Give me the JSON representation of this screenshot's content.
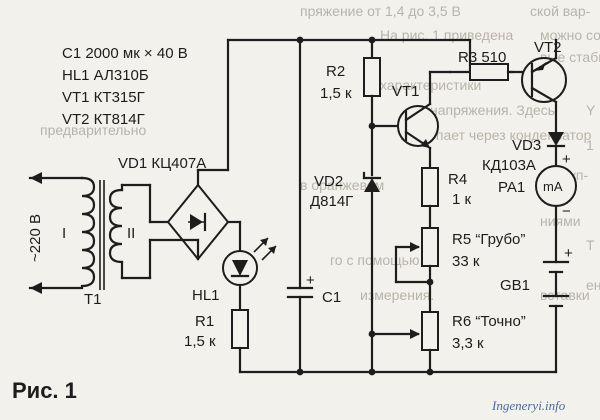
{
  "ghost_text": [
    "пряжение от 1,4 до 3,5 В",
    "ской вар-",
    "На рис. 1 приведена",
    "можно собрать",
    "вые стабили-",
    "характеристики",
    "напряжения. Здесь",
    "Y",
    "поступает через конденсатор",
    "1",
    "поступ-",
    "ниями",
    "Т",
    "в оранжевом",
    "ен",
    "вставки",
    "предварительно",
    "го с помощью",
    "измерения."
  ],
  "spec_lines": [
    "C1 2000 мк × 40 В",
    "HL1 АЛ310Б",
    "VT1 КТ315Г",
    "VT2 КТ814Г"
  ],
  "components": {
    "vd1": "VD1 КЦ407А",
    "r2": "R2",
    "r2_val": "1,5 к",
    "r3": "R3 510",
    "vt1": "VT1",
    "vt2": "VT2",
    "vd3": "VD3",
    "vd3_val": "КД103А",
    "vd2": "VD2",
    "vd2_val": "Д814Г",
    "r4": "R4",
    "r4_val": "1 к",
    "pa1": "PA1",
    "pa1_unit": "mA",
    "r5": "R5 “Грубо”",
    "r5_val": "33 к",
    "gb1": "GB1",
    "hl1": "HL1",
    "c1": "C1",
    "r1": "R1",
    "r1_val": "1,5 к",
    "r6": "R6 “Точно”",
    "r6_val": "3,3 к",
    "t1": "T1",
    "t1_primary": "I",
    "t1_secondary": "II",
    "mains": "~220 В"
  },
  "polarity": {
    "plus": "+",
    "minus": "−"
  },
  "caption": "Рис. 1",
  "watermark": "Ingeneryi.info"
}
